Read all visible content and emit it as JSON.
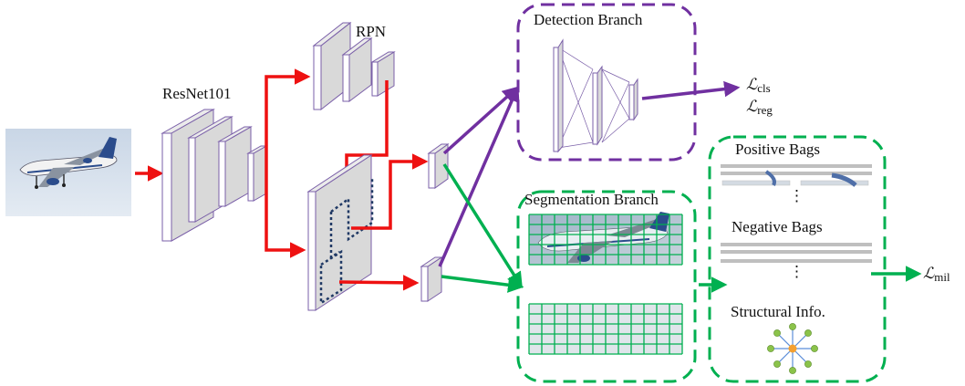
{
  "labels": {
    "resnet": "ResNet101",
    "rpn": "RPN",
    "detection_branch": "Detection Branch",
    "segmentation_branch": "Segmentation Branch",
    "positive_bags": "Positive Bags",
    "negative_bags": "Negative Bags",
    "structural_info": "Structural Info.",
    "ellipsis": "⋮"
  },
  "losses": {
    "cls": {
      "symbol": "ℒ",
      "sub": "cls"
    },
    "reg": {
      "symbol": "ℒ",
      "sub": "reg"
    },
    "mil": {
      "symbol": "ℒ",
      "sub": "mil"
    }
  },
  "colors": {
    "red_arrow": "#ee1111",
    "purple": "#7030a0",
    "green": "#00b050",
    "feature_fill": "#d9d9d9",
    "feature_stroke": "#7a5fa8",
    "dashed_box": "#1f3864",
    "bag_line": "#bfbfbf",
    "node_center": "#f4a030",
    "node_outer": "#8bc34a",
    "node_edge": "#5b8dd9"
  }
}
